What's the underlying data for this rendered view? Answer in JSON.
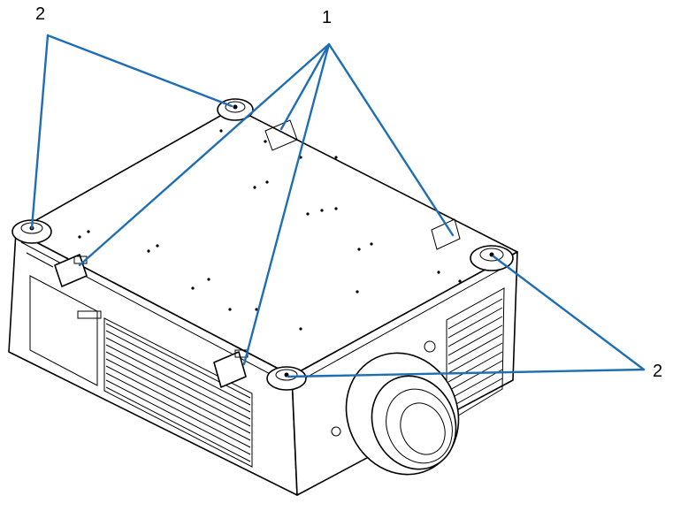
{
  "callouts": {
    "label_1": "1",
    "label_2_left": "2",
    "label_2_right": "2"
  },
  "colors": {
    "leader_line": "#1f6eb5",
    "outline": "#000000",
    "background": "#ffffff"
  }
}
